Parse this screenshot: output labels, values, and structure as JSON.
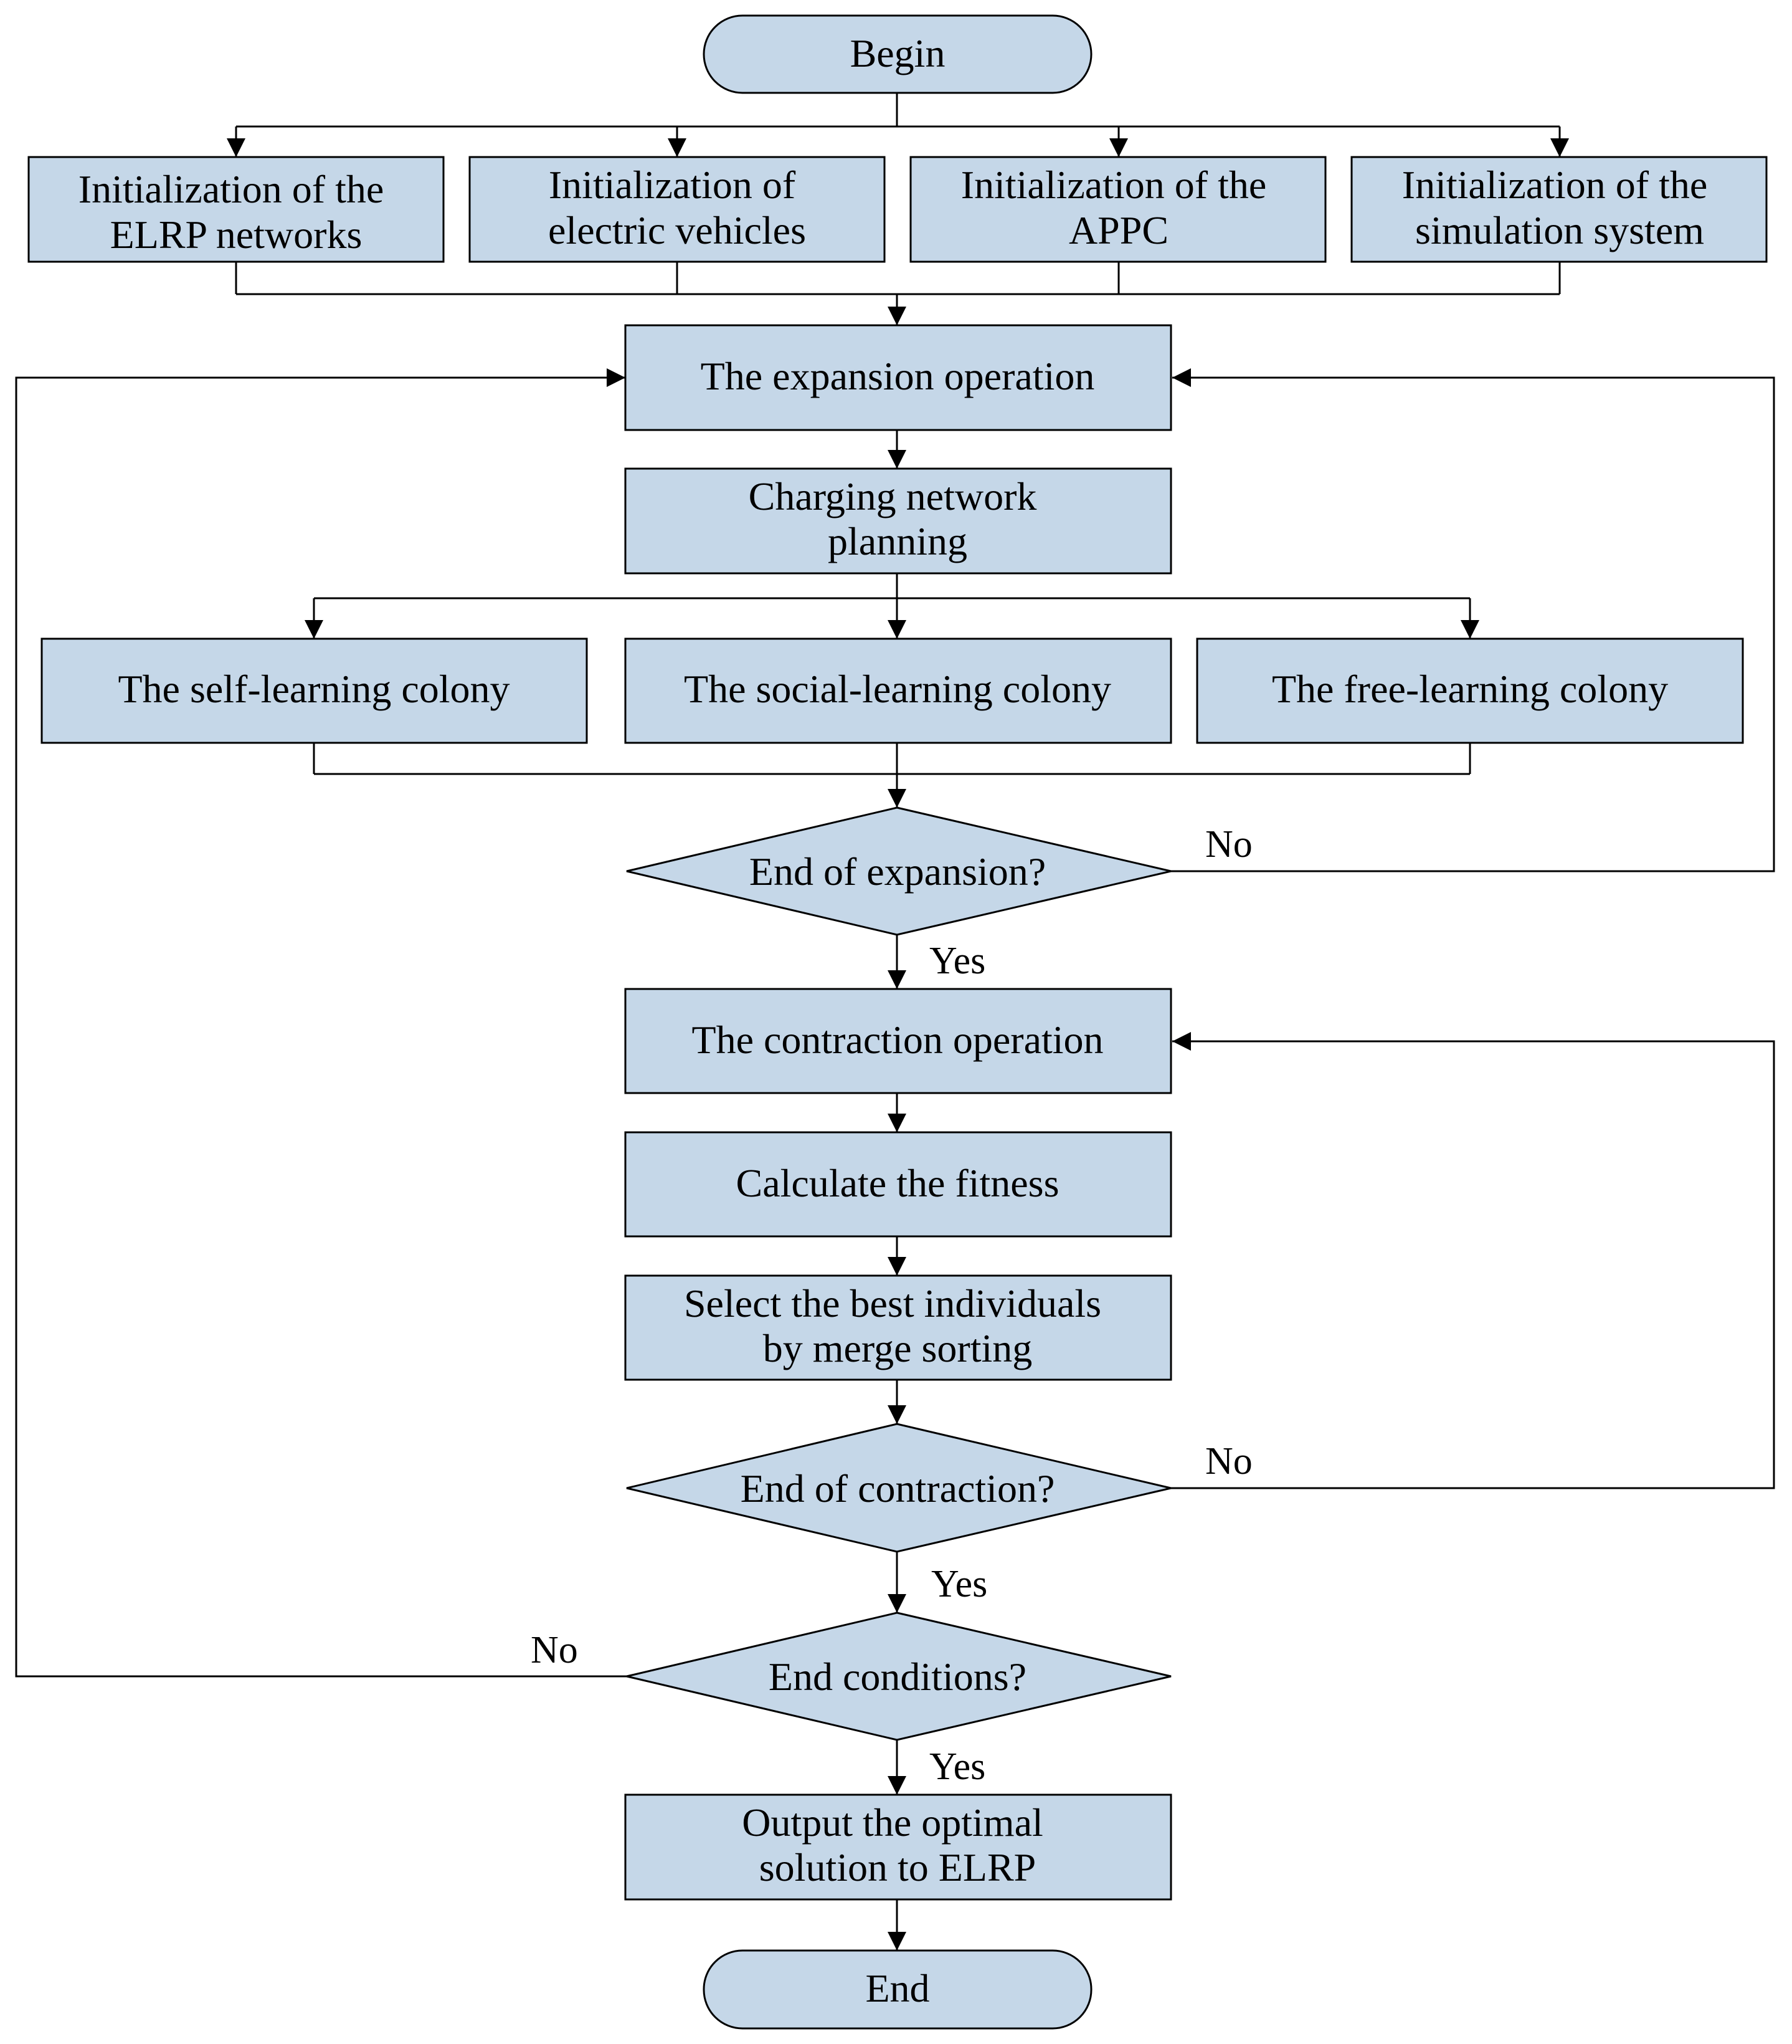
{
  "colors": {
    "fill": "#c5d7e8",
    "stroke": "#000000",
    "background": "#ffffff"
  },
  "nodes": {
    "begin": {
      "text": [
        "Begin"
      ]
    },
    "init_elrp": {
      "text": [
        "Initialization of the",
        "ELRP networks"
      ]
    },
    "init_ev": {
      "text": [
        "Initialization of",
        "electric vehicles"
      ]
    },
    "init_appc": {
      "text": [
        "Initialization of the",
        "APPC"
      ]
    },
    "init_sim": {
      "text": [
        "Initialization of the",
        "simulation system"
      ]
    },
    "expansion": {
      "text": [
        "The expansion operation"
      ]
    },
    "charging": {
      "text": [
        "Charging network",
        "planning"
      ]
    },
    "self_learning": {
      "text": [
        "The self-learning colony"
      ]
    },
    "social_learning": {
      "text": [
        "The social-learning colony"
      ]
    },
    "free_learning": {
      "text": [
        "The free-learning colony"
      ]
    },
    "end_expansion": {
      "text": [
        "End of expansion?"
      ]
    },
    "contraction": {
      "text": [
        "The contraction operation"
      ]
    },
    "fitness": {
      "text": [
        "Calculate the fitness"
      ]
    },
    "select_best": {
      "text": [
        "Select the best individuals",
        "by merge sorting"
      ]
    },
    "end_contraction": {
      "text": [
        "End of contraction?"
      ]
    },
    "end_conditions": {
      "text": [
        "End conditions?"
      ]
    },
    "output": {
      "text": [
        "Output the optimal",
        "solution to ELRP"
      ]
    },
    "end": {
      "text": [
        "End"
      ]
    }
  },
  "edge_labels": {
    "expansion_no": "No",
    "expansion_yes": "Yes",
    "contraction_no": "No",
    "contraction_yes": "Yes",
    "conditions_no": "No",
    "conditions_yes": "Yes"
  }
}
